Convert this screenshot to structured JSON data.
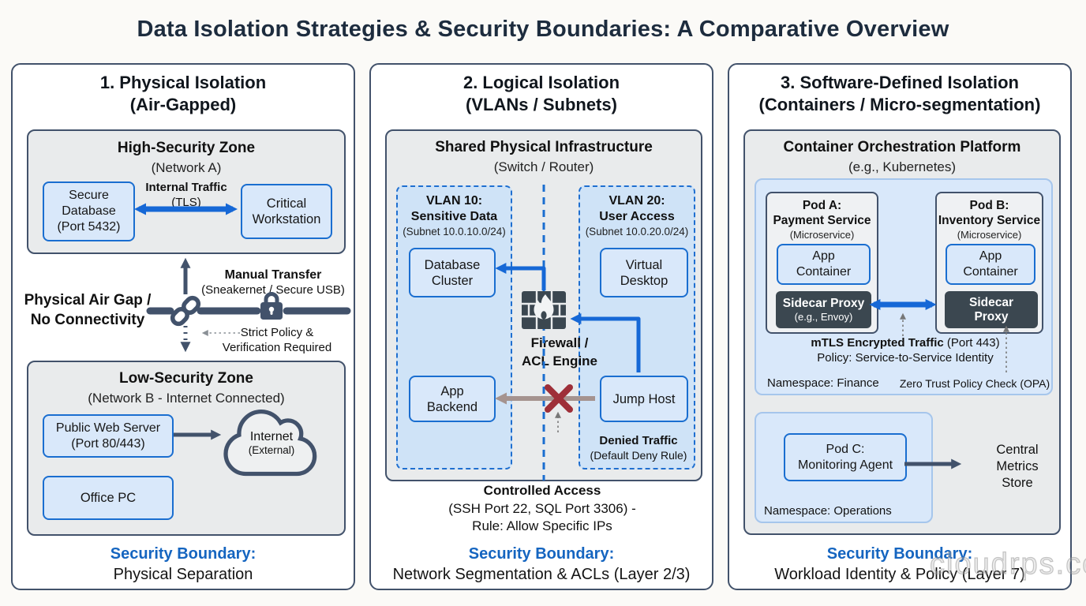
{
  "title": "Data Isolation Strategies & Security Boundaries: A Comparative Overview",
  "watermark": "cloudrps.com",
  "colors": {
    "accent_blue": "#1668d6",
    "boundary_blue": "#1565c0",
    "dark_slate": "#3b4750",
    "denied_red": "#9e2f38",
    "zone_gray": "#e9ebec",
    "node_blue": "#d9e8fa"
  },
  "icons": {
    "air_gap_chain": "chain-link",
    "air_gap_lock": "padlock",
    "firewall": "firewall-bricks-flame",
    "internet": "cloud",
    "denied": "x-mark"
  },
  "p1": {
    "heading": "1. Physical Isolation\n(Air-Gapped)",
    "high_zone": {
      "title": "High-Security Zone",
      "subtitle": "(Network A)"
    },
    "secure_db": "Secure\nDatabase\n(Port 5432)",
    "critical_ws": "Critical\nWorkstation",
    "internal_traffic": "Internal Traffic",
    "internal_traffic_sub": "(TLS)",
    "air_gap": "Physical Air Gap /\nNo Connectivity",
    "manual_transfer": "Manual Transfer",
    "manual_transfer_sub": "(Sneakernet / Secure USB)",
    "strict_policy": "Strict Policy &\nVerification Required",
    "low_zone": {
      "title": "Low-Security Zone",
      "subtitle": "(Network B - Internet Connected)"
    },
    "web_server": "Public Web Server\n(Port 80/443)",
    "office_pc": "Office PC",
    "internet": "Internet",
    "internet_sub": "(External)",
    "boundary_label": "Security Boundary:",
    "boundary_value": "Physical Separation"
  },
  "p2": {
    "heading": "2. Logical Isolation\n(VLANs / Subnets)",
    "shared_zone": {
      "title": "Shared Physical Infrastructure",
      "subtitle": "(Switch / Router)"
    },
    "vlan10_title": "VLAN 10:\nSensitive Data",
    "vlan10_sub": "(Subnet 10.0.10.0/24)",
    "vlan20_title": "VLAN 20:\nUser Access",
    "vlan20_sub": "(Subnet 10.0.20.0/24)",
    "db_cluster": "Database\nCluster",
    "virtual_desktop": "Virtual\nDesktop",
    "app_backend": "App\nBackend",
    "jump_host": "Jump Host",
    "firewall_label": "Firewall /\nACL Engine",
    "denied": "Denied Traffic",
    "denied_sub": "(Default Deny Rule)",
    "controlled": "Controlled Access",
    "controlled_sub": "(SSH Port 22, SQL Port 3306) -\nRule: Allow Specific IPs",
    "boundary_label": "Security Boundary:",
    "boundary_value": "Network Segmentation & ACLs (Layer 2/3)"
  },
  "p3": {
    "heading": "3. Software-Defined Isolation\n(Containers / Micro-segmentation)",
    "platform_zone": {
      "title": "Container Orchestration Platform",
      "subtitle": "(e.g., Kubernetes)"
    },
    "pod_a_title": "Pod A:\nPayment Service",
    "pod_a_sub": "(Microservice)",
    "pod_b_title": "Pod B:\nInventory Service",
    "pod_b_sub": "(Microservice)",
    "app_container_a": "App\nContainer",
    "app_container_b": "App\nContainer",
    "sidecar_a": "Sidecar Proxy",
    "sidecar_a_sub": "(e.g., Envoy)",
    "sidecar_b": "Sidecar\nProxy",
    "mtls_bold": "mTLS Encrypted Traffic",
    "mtls_rest": " (Port 443)",
    "mtls_policy": "Policy: Service-to-Service Identity",
    "ns_finance": "Namespace: Finance",
    "zero_trust": "Zero Trust Policy Check (OPA)",
    "pod_c": "Pod C:\nMonitoring Agent",
    "ns_operations": "Namespace: Operations",
    "central_metrics": "Central\nMetrics\nStore",
    "boundary_label": "Security Boundary:",
    "boundary_value": "Workload Identity & Policy (Layer 7)"
  }
}
